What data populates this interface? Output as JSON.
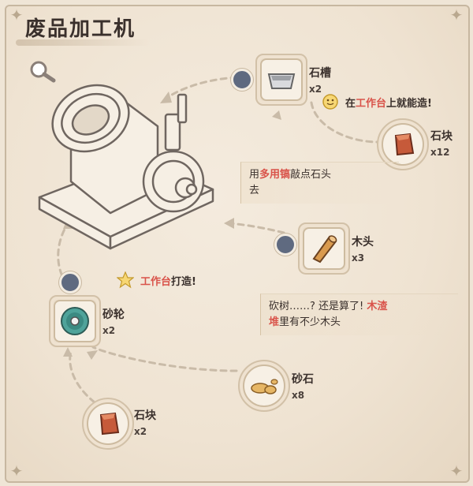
{
  "title": "废品加工机",
  "colors": {
    "accent_red": "#d9534a",
    "dot": "#5f6a80",
    "bg": "#efe5d6"
  },
  "items": [
    {
      "name": "石槽",
      "qty": "x2",
      "icon": "stone-trough-icon"
    },
    {
      "name": "石块",
      "qty": "x12",
      "icon": "stone-block-icon"
    },
    {
      "name": "木头",
      "qty": "x3",
      "icon": "wood-log-icon"
    },
    {
      "name": "砂轮",
      "qty": "x2",
      "icon": "grinding-wheel-icon"
    },
    {
      "name": "砂石",
      "qty": "x8",
      "icon": "gravel-icon"
    },
    {
      "name": "石块",
      "qty": "x2",
      "icon": "stone-block-icon"
    }
  ],
  "tips": {
    "workbench_craft": {
      "before": "在",
      "hl": "工作台",
      "after": "上就能造!"
    },
    "workbench_make": {
      "hl": "工作台",
      "after": "打造!"
    }
  },
  "notes": {
    "pickaxe": {
      "p1": "用",
      "hl": "多用镐",
      "p2": "敲点石头",
      "p3": "去"
    },
    "wood": {
      "p1": "砍树……? 还是算了! ",
      "hl1": "木渣",
      "hl2": "堆",
      "p2": "里有不少木头"
    }
  }
}
